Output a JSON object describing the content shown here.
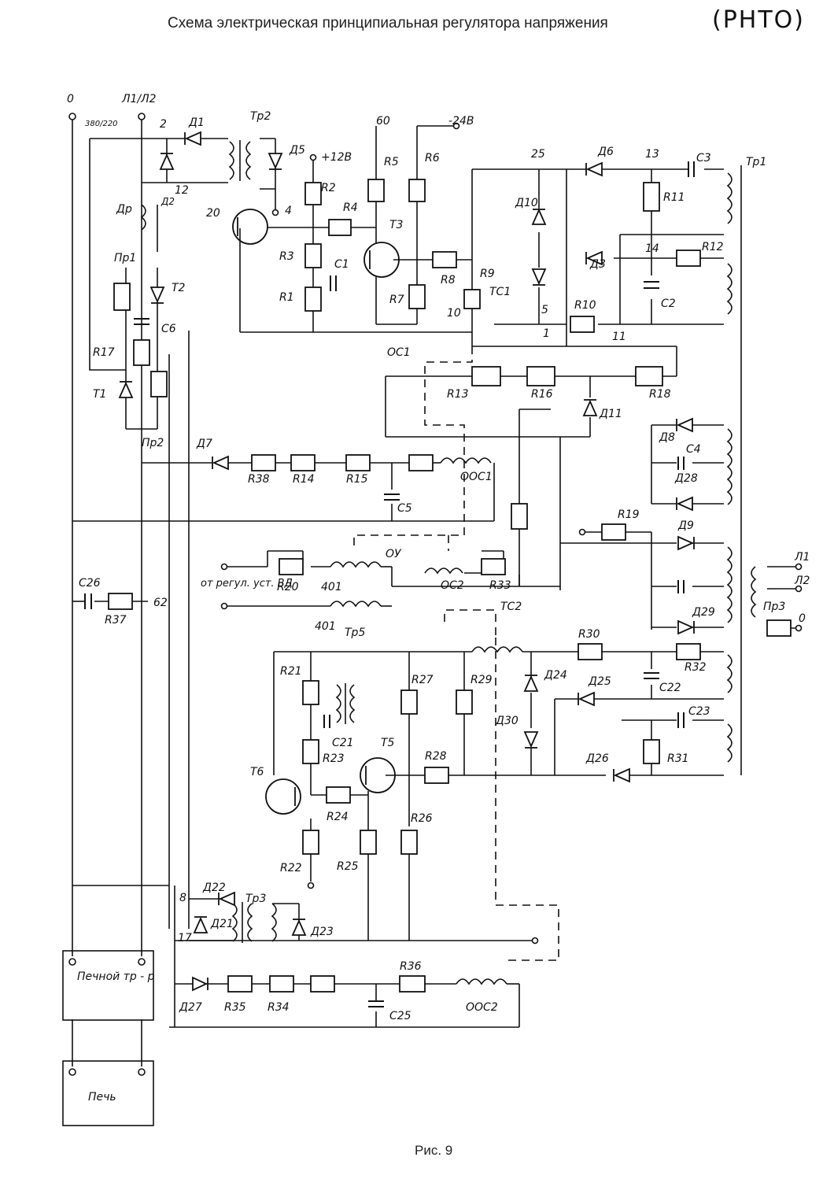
{
  "header": {
    "title": "Схема электрическая принципиальная регулятора напряжения",
    "handwritten_tag": "(РНТО)"
  },
  "caption": "Рис. 9",
  "components": {
    "resistors": [
      "R1",
      "R2",
      "R3",
      "R4",
      "R5",
      "R6",
      "R7",
      "R8",
      "R9",
      "R10",
      "R11",
      "R12",
      "R13",
      "R14",
      "R15",
      "R16",
      "R17",
      "R18",
      "R19",
      "R20",
      "R21",
      "R22",
      "R23",
      "R24",
      "R25",
      "R26",
      "R27",
      "R28",
      "R29",
      "R30",
      "R31",
      "R32",
      "R33",
      "R34",
      "R35",
      "R36",
      "R37",
      "R38"
    ],
    "capacitors": [
      "C1",
      "C2",
      "C3",
      "C4",
      "C5",
      "C6",
      "C21",
      "C22",
      "C23",
      "C25",
      "C26"
    ],
    "transistors": [
      "Т1",
      "Т2",
      "Т3",
      "Т5",
      "Т6"
    ],
    "transformers": [
      "Тр1",
      "Тр2",
      "Тр3",
      "Тр5",
      "ТС1",
      "ТС2"
    ],
    "windings": [
      "ОС1",
      "ОС2",
      "ООС1",
      "ООС2",
      "ОУ",
      "401"
    ],
    "fuses": [
      "Пр1",
      "Пр2",
      "Пр3"
    ],
    "blocks": {
      "furnace_transformer": "Печной тр - р",
      "furnace": "Печь"
    },
    "inputs": "от регул. уст. ВД"
  },
  "labels": {
    "net_0": "0",
    "net_l1l2": "Л1/Л2",
    "mains": "380/220",
    "n2": "2",
    "n12": "12",
    "n60": "60",
    "n24v": "-24В",
    "n12v": "+12В",
    "n25": "25",
    "n13": "13",
    "n14": "14",
    "n5": "5",
    "n10": "10",
    "n11": "11",
    "n20": "20",
    "n4": "4",
    "n1": "1",
    "n62": "62",
    "n8": "8",
    "n17": "17",
    "L1": "Л1",
    "L2": "Л2",
    "out0": "0",
    "d_D1": "Д1",
    "d_D2": "Д2",
    "d_D3": "Д3",
    "d_D5": "Д5",
    "d_D6": "Д6",
    "d_D7": "Д7",
    "d_D8": "Д8",
    "d_D9": "Д9",
    "d_D10": "Д10",
    "d_D11": "Д11",
    "d_D21": "Д21",
    "d_D22": "Д22",
    "d_D23": "Д23",
    "d_D24": "Д24",
    "d_D25": "Д25",
    "d_D26": "Д26",
    "d_D27": "Д27",
    "d_D28": "Д28",
    "d_D29": "Д29",
    "d_D30": "Д30",
    "d_Dr": "Др"
  }
}
